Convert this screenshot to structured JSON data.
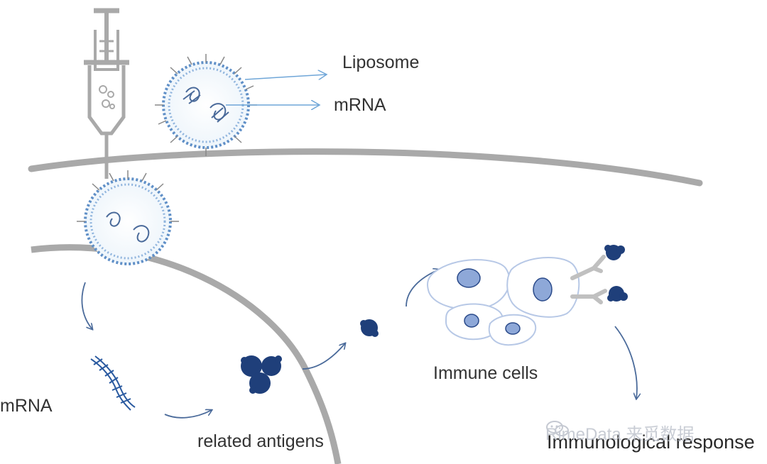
{
  "labels": {
    "liposome": "Liposome",
    "mrna_top": "mRNA",
    "mrna_left": "mRNA",
    "related_antigens": "related antigens",
    "immune_cells": "Immune cells",
    "immunological_response": "Immunological response"
  },
  "watermark": {
    "text": "RimeData 来觅数据",
    "icon": "wechat-icon"
  },
  "colors": {
    "membrane": "#a9a9a9",
    "antigen": "#1f3f7a",
    "arrow": "#4a6a9a",
    "cell_outline": "#b7c8e6",
    "nucleus": "#8ea8d8",
    "liposome_dots": "#5f8fc7",
    "pointer_arrow": "#6fa6d8"
  }
}
